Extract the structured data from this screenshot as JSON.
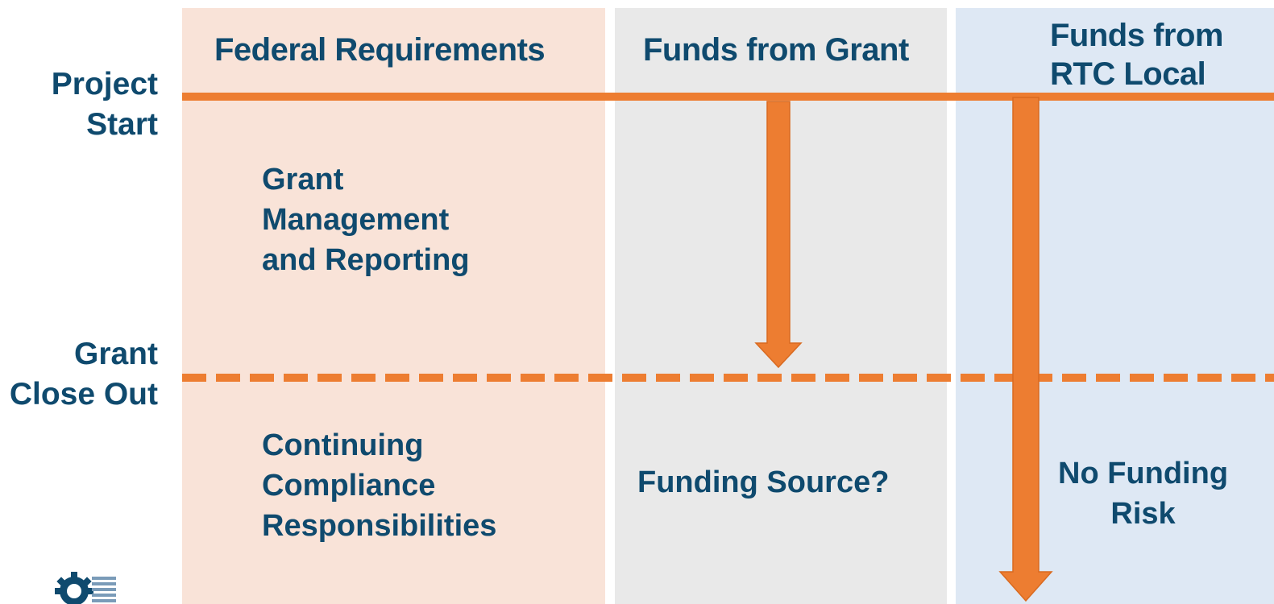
{
  "columns": {
    "federal": {
      "header": "Federal Requirements",
      "color": "#f9e3d8"
    },
    "grant": {
      "header": "Funds from Grant",
      "color": "#e9e9e9"
    },
    "rtc": {
      "header_line1": "Funds from",
      "header_line2": "RTC Local",
      "color": "#dee8f4"
    }
  },
  "rows": {
    "project_start": {
      "line1": "Project",
      "line2": "Start"
    },
    "grant_close_out": {
      "line1": "Grant",
      "line2": "Close Out"
    }
  },
  "cells": {
    "grant_management": {
      "line1": "Grant",
      "line2": "Management",
      "line3": "and Reporting"
    },
    "continuing_compliance": {
      "line1": "Continuing",
      "line2": "Compliance",
      "line3": "Responsibilities"
    },
    "funding_source": "Funding Source?",
    "no_funding_risk": {
      "line1": "No Funding",
      "line2": "Risk"
    }
  },
  "colors": {
    "accent": "#ed7d31",
    "text": "#0f4a6e"
  },
  "icons": {
    "logo": "gear-logo-icon"
  }
}
